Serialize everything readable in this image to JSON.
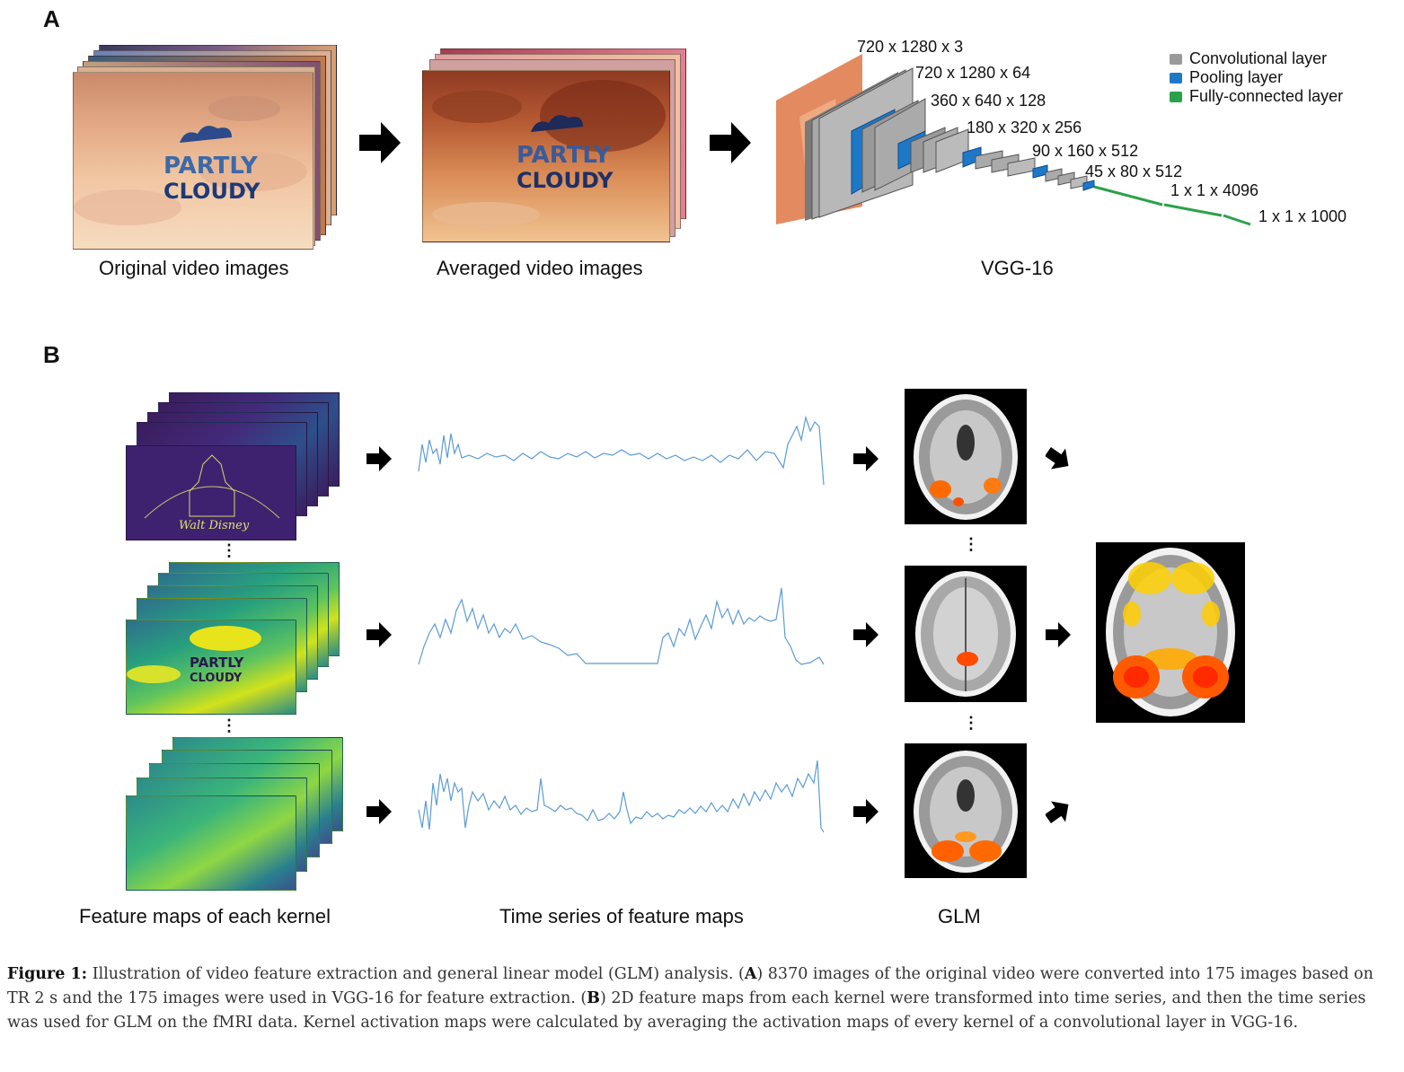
{
  "panel_a": {
    "letter": "A",
    "original_label": "Original video images",
    "averaged_label": "Averaged video images",
    "vgg_label": "VGG-16",
    "logo_text_1": "PARTLY",
    "logo_text_2": "CLOUDY",
    "layer_dims": [
      "720 x 1280 x 3",
      "720 x 1280 x 64",
      "360 x 640 x 128",
      "180 x 320 x 256",
      "90 x 160 x 512",
      "45 x 80 x 512",
      "1 x 1 x 4096",
      "1 x 1 x 1000"
    ],
    "legend": [
      {
        "label": "Convolutional layer",
        "color": "#9a9a9a"
      },
      {
        "label": "Pooling layer",
        "color": "#1e78c8"
      },
      {
        "label": "Fully-connected layer",
        "color": "#2ca14a"
      }
    ]
  },
  "panel_b": {
    "letter": "B",
    "feature_label": "Feature maps of each kernel",
    "timeseries_label": "Time series of feature maps",
    "glm_label": "GLM",
    "ellipsis": "⋮",
    "logo_text_1": "PARTLY",
    "logo_text_2": "CLOUDY",
    "disney_text": "Walt Disney",
    "line_color": "#5b9bd5"
  },
  "caption": {
    "figure_label": "Figure 1:",
    "text_1": " Illustration of video feature extraction and general linear model (GLM) analysis. (",
    "bold_a": "A",
    "text_2": ") 8370 images of the original video were converted into 175 images based on TR 2 s and the 175 images were used in VGG-16 for feature extraction. (",
    "bold_b": "B",
    "text_3": ") 2D feature maps from each kernel were transformed into time series, and then the time series was used for GLM on the fMRI data. Kernel activation maps were calculated by averaging the activation maps of every kernel of a convolutional layer in VGG-16."
  }
}
